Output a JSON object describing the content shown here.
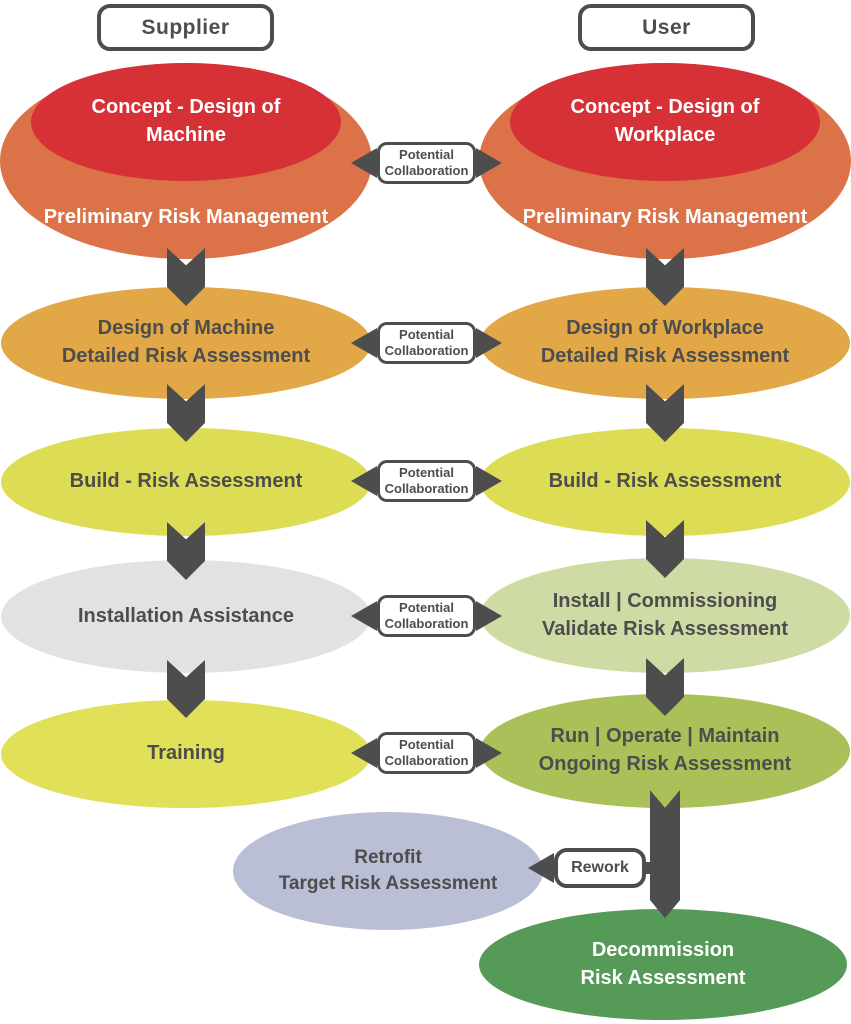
{
  "colors": {
    "dark_gray": "#4d4d4d",
    "red": "#d53137",
    "orange": "#dc7247",
    "amber": "#e2a747",
    "yellow_green": "#dddd55",
    "light_gray": "#e2e2e2",
    "pale_green": "#cfdba4",
    "yellow": "#e0e158",
    "green": "#a9c158",
    "lavender": "#babfd5",
    "dark_green": "#569a58",
    "white": "#ffffff"
  },
  "headers": {
    "supplier": "Supplier",
    "user": "User"
  },
  "connector": {
    "line1": "Potential",
    "line2": "Collaboration"
  },
  "rework": {
    "label": "Rework"
  },
  "supplier": {
    "stage1": {
      "line1": "Concept - Design of",
      "line2": "Machine",
      "subtitle": "Preliminary Risk Management"
    },
    "stage2": {
      "line1": "Design of Machine",
      "line2": "Detailed Risk Assessment"
    },
    "stage3": {
      "line1": "Build - Risk Assessment"
    },
    "stage4": {
      "line1": "Installation Assistance"
    },
    "stage5": {
      "line1": "Training"
    },
    "retrofit": {
      "line1": "Retrofit",
      "line2": "Target Risk Assessment"
    }
  },
  "user": {
    "stage1": {
      "line1": "Concept - Design of",
      "line2": "Workplace",
      "subtitle": "Preliminary Risk Management"
    },
    "stage2": {
      "line1": "Design of Workplace",
      "line2": "Detailed Risk Assessment"
    },
    "stage3": {
      "line1": "Build - Risk Assessment"
    },
    "stage4": {
      "line1": "Install | Commissioning",
      "line2": "Validate Risk Assessment"
    },
    "stage5": {
      "line1": "Run | Operate | Maintain",
      "line2": "Ongoing Risk Assessment"
    },
    "decommission": {
      "line1": "Decommission",
      "line2": "Risk Assessment"
    }
  }
}
